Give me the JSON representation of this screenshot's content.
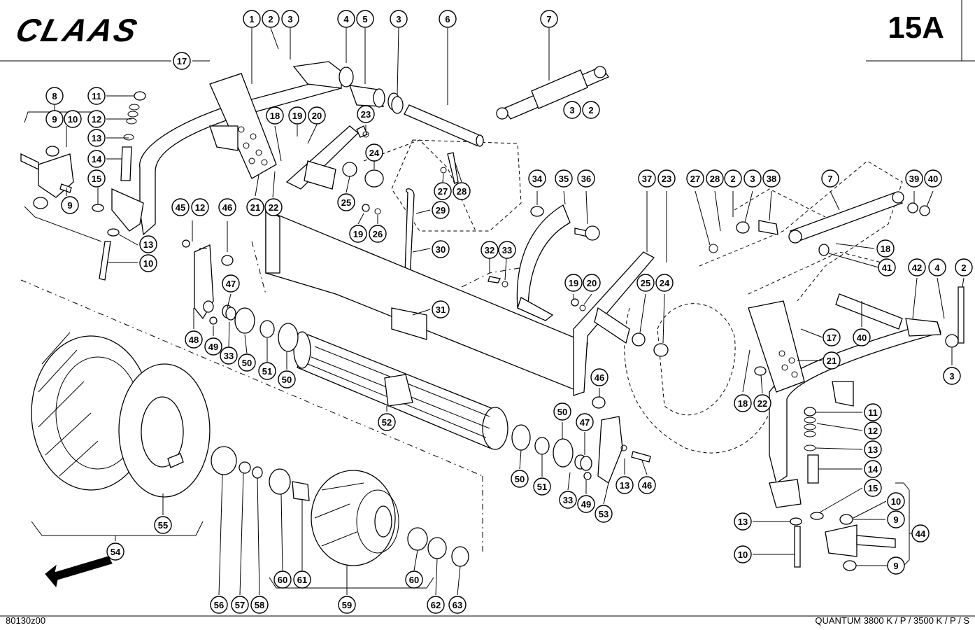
{
  "header": {
    "brand": "CLAAS",
    "page_number": "15A"
  },
  "footer": {
    "drawing_number": "80130z00",
    "model": "QUANTUM 3800 K / P / 3500 K / P / S"
  },
  "callouts": [
    "1",
    "2",
    "3",
    "4",
    "5",
    "3",
    "6",
    "7",
    "17",
    "8",
    "11",
    "12",
    "9",
    "10",
    "13",
    "14",
    "15",
    "9",
    "13",
    "10",
    "18",
    "19",
    "20",
    "23",
    "24",
    "25",
    "27",
    "28",
    "29",
    "19",
    "26",
    "30",
    "21",
    "22",
    "3",
    "2",
    "45",
    "12",
    "46",
    "47",
    "48",
    "49",
    "33",
    "50",
    "51",
    "50",
    "31",
    "32",
    "33",
    "34",
    "35",
    "36",
    "19",
    "20",
    "25",
    "24",
    "37",
    "23",
    "27",
    "28",
    "2",
    "3",
    "38",
    "7",
    "39",
    "40",
    "18",
    "41",
    "42",
    "4",
    "2",
    "17",
    "40",
    "21",
    "3",
    "18",
    "22",
    "46",
    "52",
    "50",
    "47",
    "13",
    "46",
    "50",
    "51",
    "33",
    "49",
    "53",
    "11",
    "12",
    "13",
    "14",
    "15",
    "10",
    "13",
    "9",
    "44",
    "10",
    "9",
    "54",
    "55",
    "56",
    "57",
    "58",
    "60",
    "61",
    "59",
    "60",
    "62",
    "63"
  ]
}
